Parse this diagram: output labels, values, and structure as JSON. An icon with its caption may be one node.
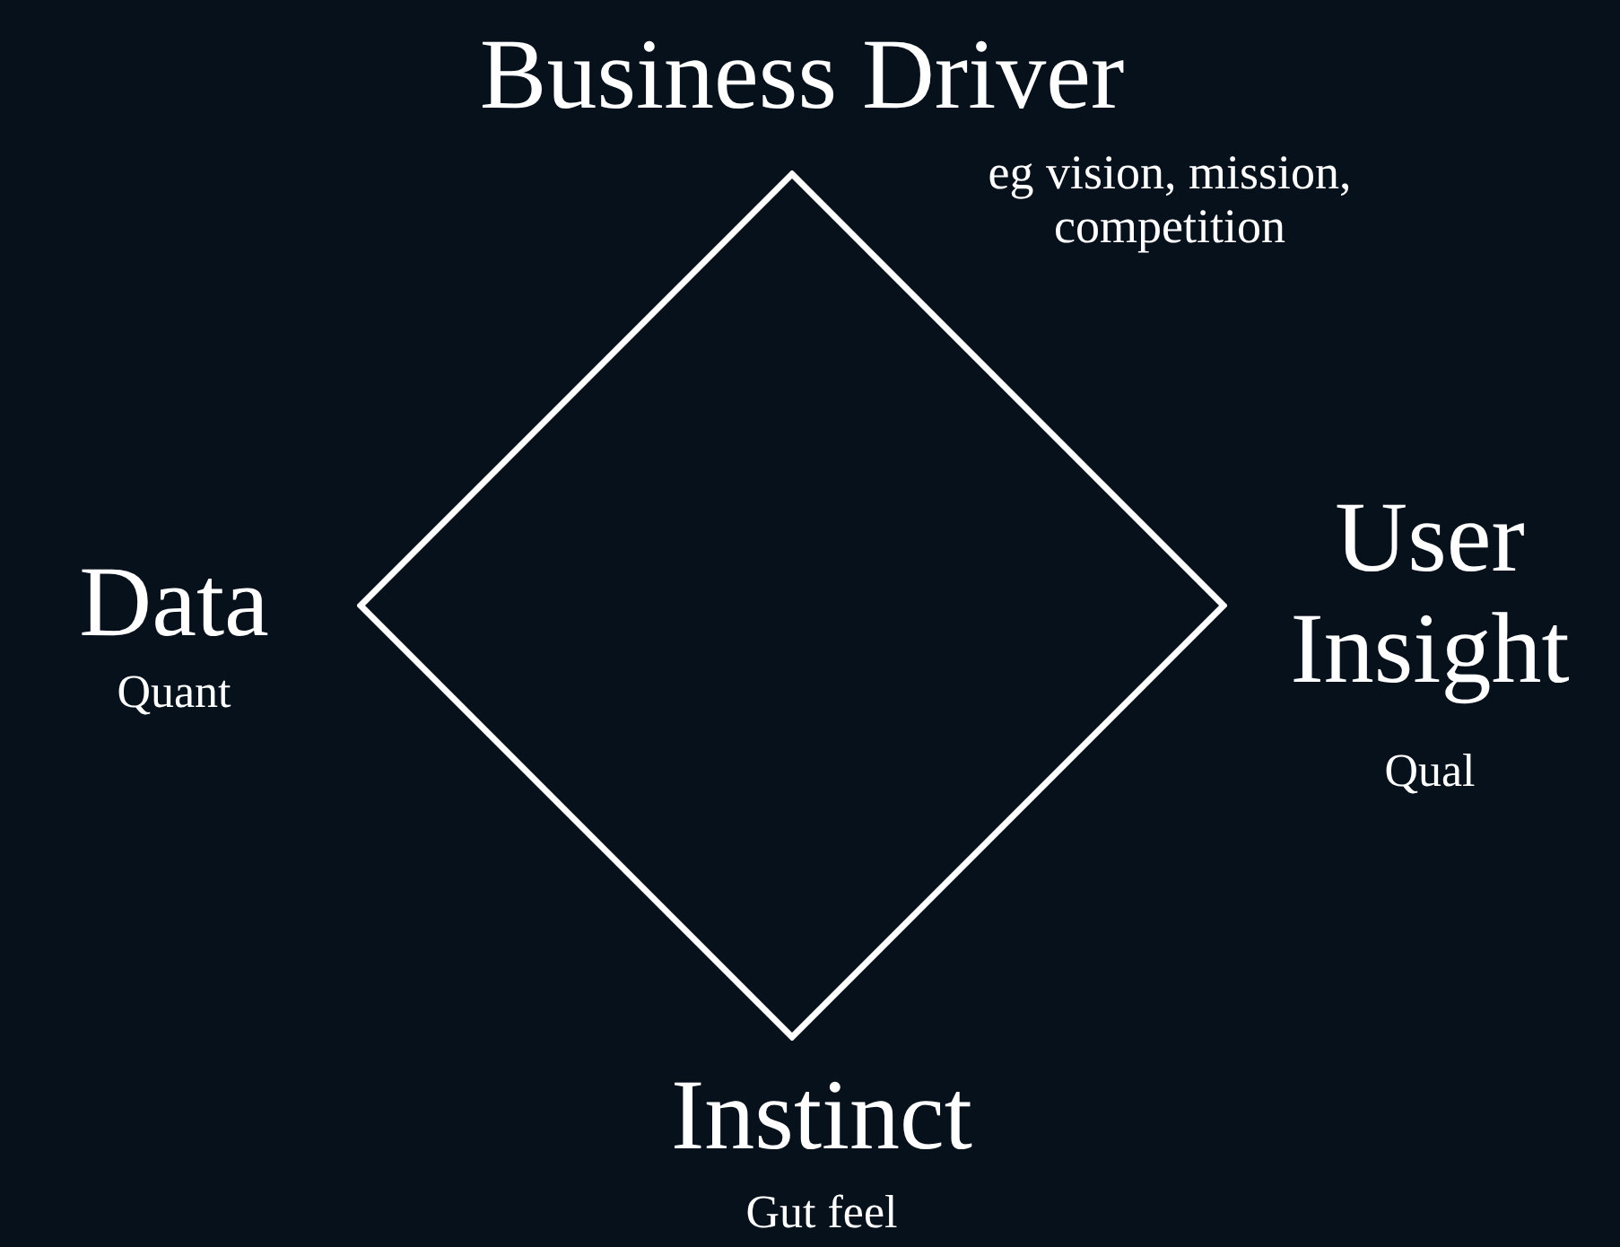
{
  "diagram": {
    "nodes": [
      {
        "text": [],
        "shape": "diamond"
      }
    ],
    "labels": [
      "Business Driver",
      "eg vision, mission, competition",
      "Data",
      "Quant",
      "User Insight",
      "Qual",
      "Instinct",
      "Gut feel"
    ]
  }
}
